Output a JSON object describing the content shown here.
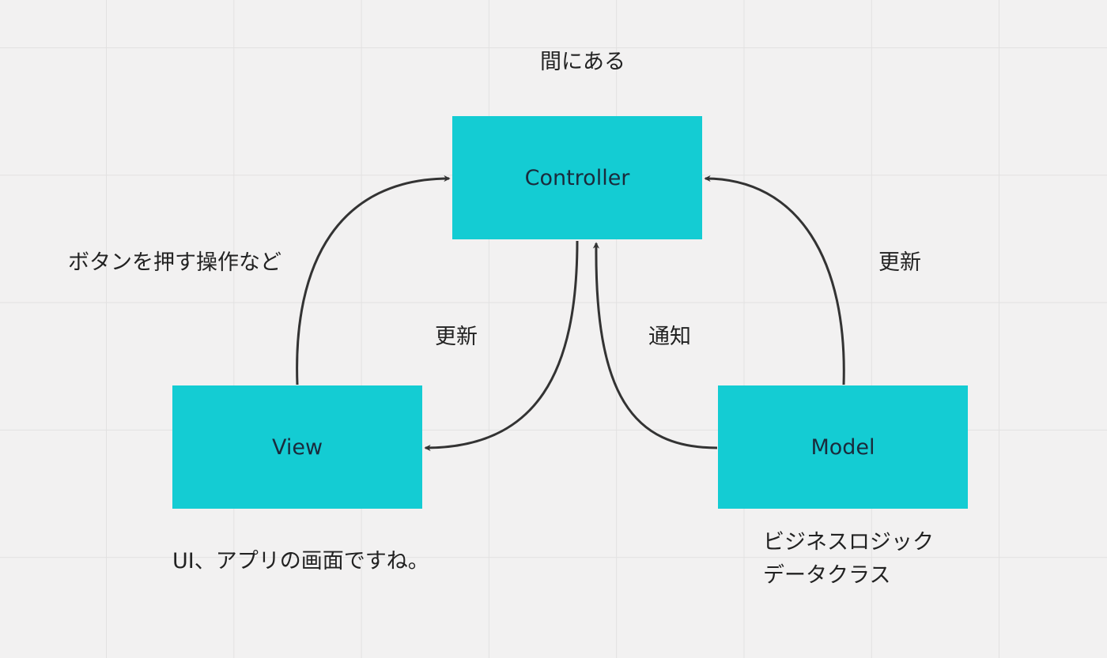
{
  "nodes": {
    "controller": "Controller",
    "view": "View",
    "model": "Model"
  },
  "labels": {
    "middle": "間にある",
    "button_action": "ボタンを押す操作など",
    "update_left": "更新",
    "notify": "通知",
    "update_right": "更新",
    "ui_screen": "UI、アプリの画面ですね。",
    "business_logic": "ビジネスロジック\nデータクラス"
  },
  "colors": {
    "node_fill": "#14ccd3",
    "arrow": "#333333",
    "background": "#f2f1f1",
    "grid": "#e2e1e1"
  }
}
